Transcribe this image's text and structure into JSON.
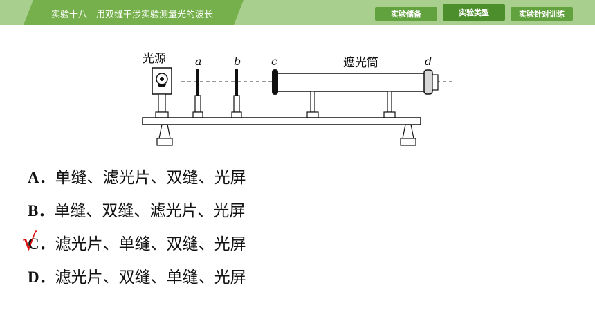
{
  "header": {
    "title": "实验十八　用双缝干涉实验测量光的波长",
    "nav": [
      {
        "label": "实验储备"
      },
      {
        "label": "实验类型"
      },
      {
        "label": "实验针对训练"
      }
    ],
    "colors": {
      "band": "#a8cf8e",
      "tab": "#76b04c",
      "button": "#62a23e",
      "button_active": "#4c8e2c"
    }
  },
  "diagram": {
    "labels": {
      "light_source": "光源",
      "a": "a",
      "b": "b",
      "c": "c",
      "tube": "遮光筒",
      "d": "d"
    }
  },
  "options": [
    {
      "letter": "A",
      "text": "单缝、滤光片、双缝、光屏"
    },
    {
      "letter": "B",
      "text": "单缝、双缝、滤光片、光屏"
    },
    {
      "letter": "C",
      "text": "滤光片、单缝、双缝、光屏"
    },
    {
      "letter": "D",
      "text": "滤光片、双缝、单缝、光屏"
    }
  ],
  "answer_mark": {
    "symbol": "√",
    "color": "#e01010"
  }
}
